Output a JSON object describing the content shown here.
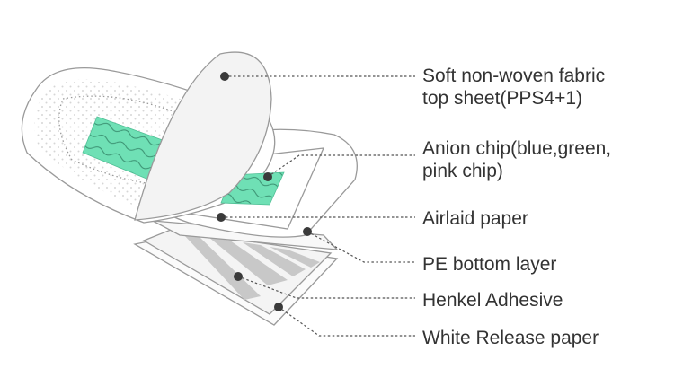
{
  "labels": [
    {
      "id": "top-sheet",
      "lines": [
        "Soft non-woven fabric",
        "top sheet(PPS4+1)"
      ]
    },
    {
      "id": "anion-chip",
      "lines": [
        "Anion chip(blue,green,",
        "pink chip)"
      ]
    },
    {
      "id": "airlaid-paper",
      "lines": [
        "Airlaid paper"
      ]
    },
    {
      "id": "pe-bottom-layer",
      "lines": [
        "PE bottom layer"
      ]
    },
    {
      "id": "henkel-adhesive",
      "lines": [
        "Henkel Adhesive"
      ]
    },
    {
      "id": "white-release-paper",
      "lines": [
        "White Release paper"
      ]
    }
  ],
  "colors": {
    "anion_chip": "#6fe0b5",
    "outline": "#9a9a9a",
    "adhesive_stripes": "#c8c8c8",
    "text": "#333333",
    "leader": "#555555"
  }
}
